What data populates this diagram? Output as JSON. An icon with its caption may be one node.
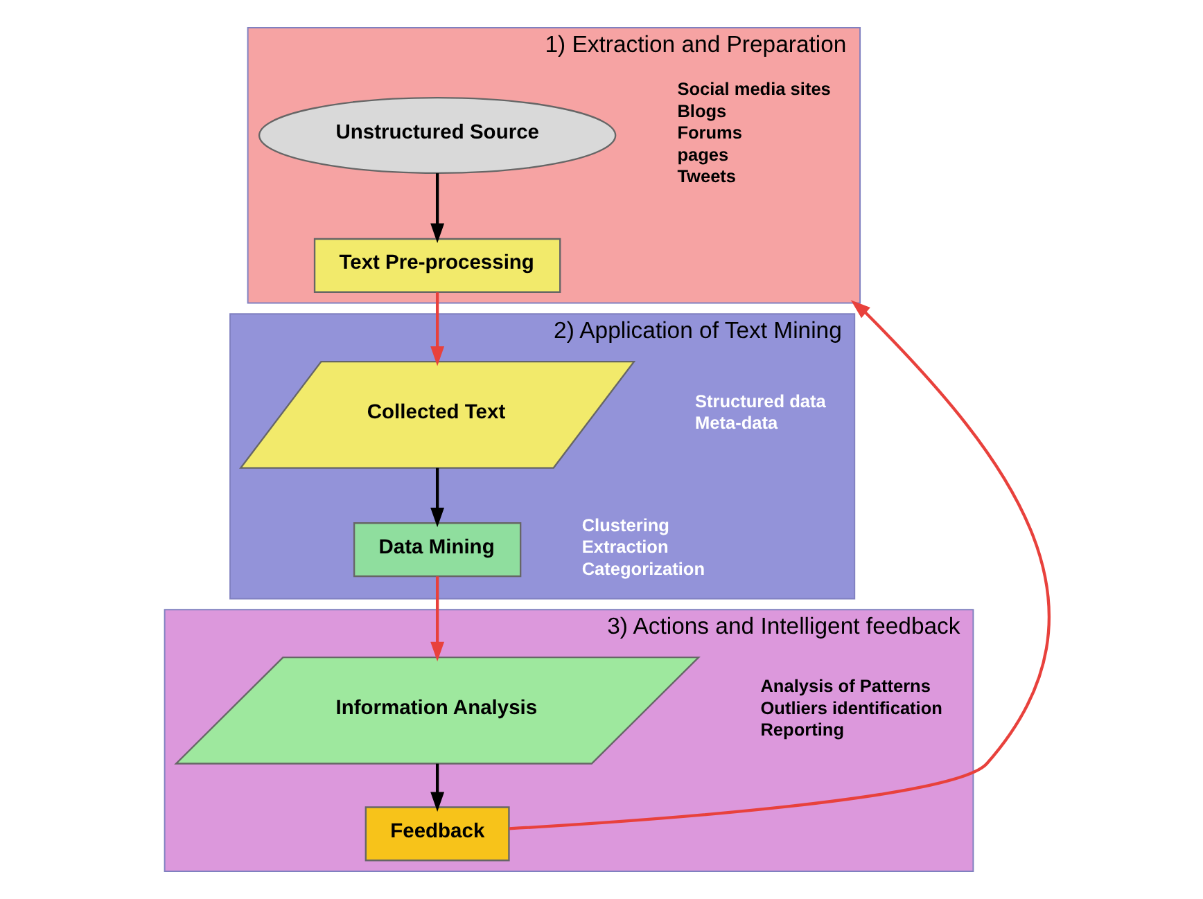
{
  "diagram": {
    "nodes": [
      {
        "text": [
          "1) Extraction and Preparation"
        ]
      },
      {
        "text": [
          "Unstructured Source"
        ],
        "in": 0,
        "beside": [
          "Social media sites",
          "Blogs",
          "Forums",
          "pages",
          "Tweets"
        ]
      },
      {
        "text": [
          "Text Pre-processing"
        ],
        "in": 0
      },
      {
        "text": [
          "2) Application of Text Mining"
        ]
      },
      {
        "text": [
          "Collected Text"
        ],
        "in": 3,
        "beside": [
          "Structured data",
          "Meta-data"
        ]
      },
      {
        "text": [
          "Data Mining"
        ],
        "in": 3,
        "beside": [
          "Clustering",
          "Extraction",
          "Categorization"
        ]
      },
      {
        "text": [
          "3) Actions and Intelligent feedback"
        ]
      },
      {
        "text": [
          "Information Analysis"
        ],
        "in": 6,
        "beside": [
          "Analysis of Patterns",
          "Outliers identification",
          "Reporting"
        ]
      },
      {
        "text": [
          "Feedback"
        ],
        "in": 6
      }
    ],
    "edges": [
      {
        "from": 1,
        "to": 2,
        "arrow": "to",
        "color": "#000000"
      },
      {
        "from": 2,
        "to": 4,
        "arrow": "to",
        "color": "#e8413c"
      },
      {
        "from": 4,
        "to": 5,
        "arrow": "to",
        "color": "#000000"
      },
      {
        "from": 5,
        "to": 7,
        "arrow": "to",
        "color": "#e8413c"
      },
      {
        "from": 7,
        "to": 8,
        "arrow": "to",
        "color": "#000000"
      },
      {
        "from": 8,
        "to": 0,
        "arrow": "to",
        "color": "#e8413c"
      }
    ]
  }
}
